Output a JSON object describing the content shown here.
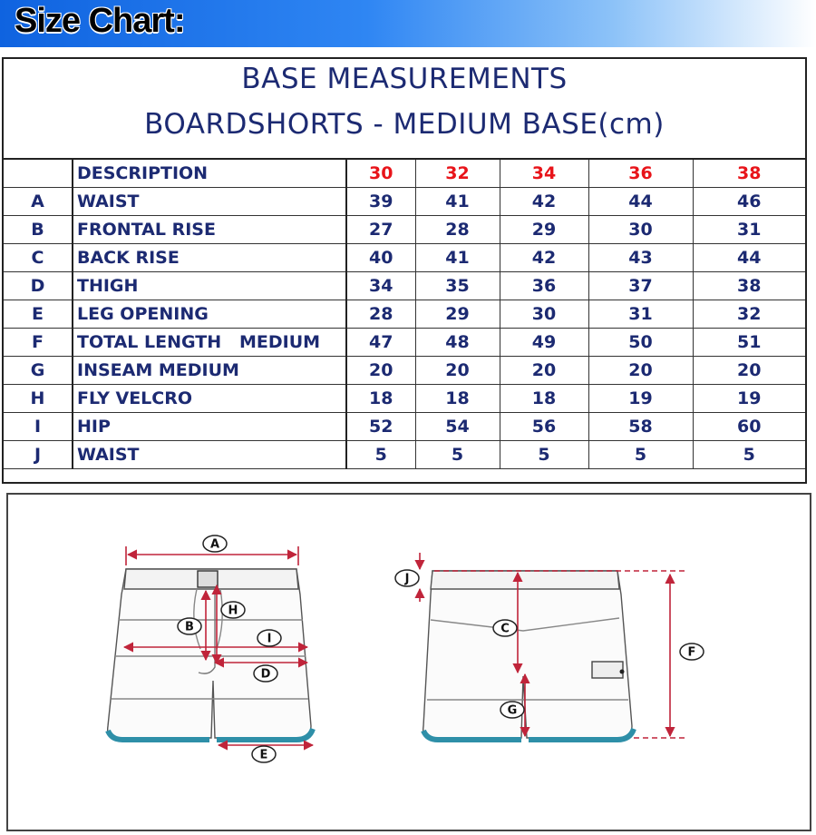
{
  "header": {
    "title": "Size Chart:"
  },
  "chart": {
    "title_line1": "BASE MEASUREMENTS",
    "title_line2": "BOARDSHORTS - MEDIUM BASE(cm)",
    "description_header": "DESCRIPTION",
    "sizes": [
      "30",
      "32",
      "34",
      "36",
      "38"
    ],
    "rows": [
      {
        "code": "A",
        "desc": "WAIST",
        "values": [
          "39",
          "41",
          "42",
          "44",
          "46"
        ]
      },
      {
        "code": "B",
        "desc": "FRONTAL RISE",
        "values": [
          "27",
          "28",
          "29",
          "30",
          "31"
        ]
      },
      {
        "code": "C",
        "desc": "BACK RISE",
        "values": [
          "40",
          "41",
          "42",
          "43",
          "44"
        ]
      },
      {
        "code": "D",
        "desc": "THIGH",
        "values": [
          "34",
          "35",
          "36",
          "37",
          "38"
        ]
      },
      {
        "code": "E",
        "desc": "LEG OPENING",
        "values": [
          "28",
          "29",
          "30",
          "31",
          "32"
        ]
      },
      {
        "code": "F",
        "desc": "TOTAL LENGTH   MEDIUM",
        "values": [
          "47",
          "48",
          "49",
          "50",
          "51"
        ]
      },
      {
        "code": "G",
        "desc": "INSEAM MEDIUM",
        "values": [
          "20",
          "20",
          "20",
          "20",
          "20"
        ]
      },
      {
        "code": "H",
        "desc": "FLY VELCRO",
        "values": [
          "18",
          "18",
          "18",
          "19",
          "19"
        ]
      },
      {
        "code": "I",
        "desc": "HIP",
        "values": [
          "52",
          "54",
          "56",
          "58",
          "60"
        ]
      },
      {
        "code": "J",
        "desc": "WAIST",
        "values": [
          "5",
          "5",
          "5",
          "5",
          "5"
        ]
      }
    ],
    "colors": {
      "title": "#1c2a72",
      "size_header": "#e8141a",
      "measure_line": "#c0243a",
      "hem": "#2e8fa8"
    }
  },
  "diagram": {
    "front_labels": [
      "A",
      "B",
      "H",
      "I",
      "D",
      "E"
    ],
    "back_labels": [
      "J",
      "C",
      "F",
      "G"
    ]
  }
}
